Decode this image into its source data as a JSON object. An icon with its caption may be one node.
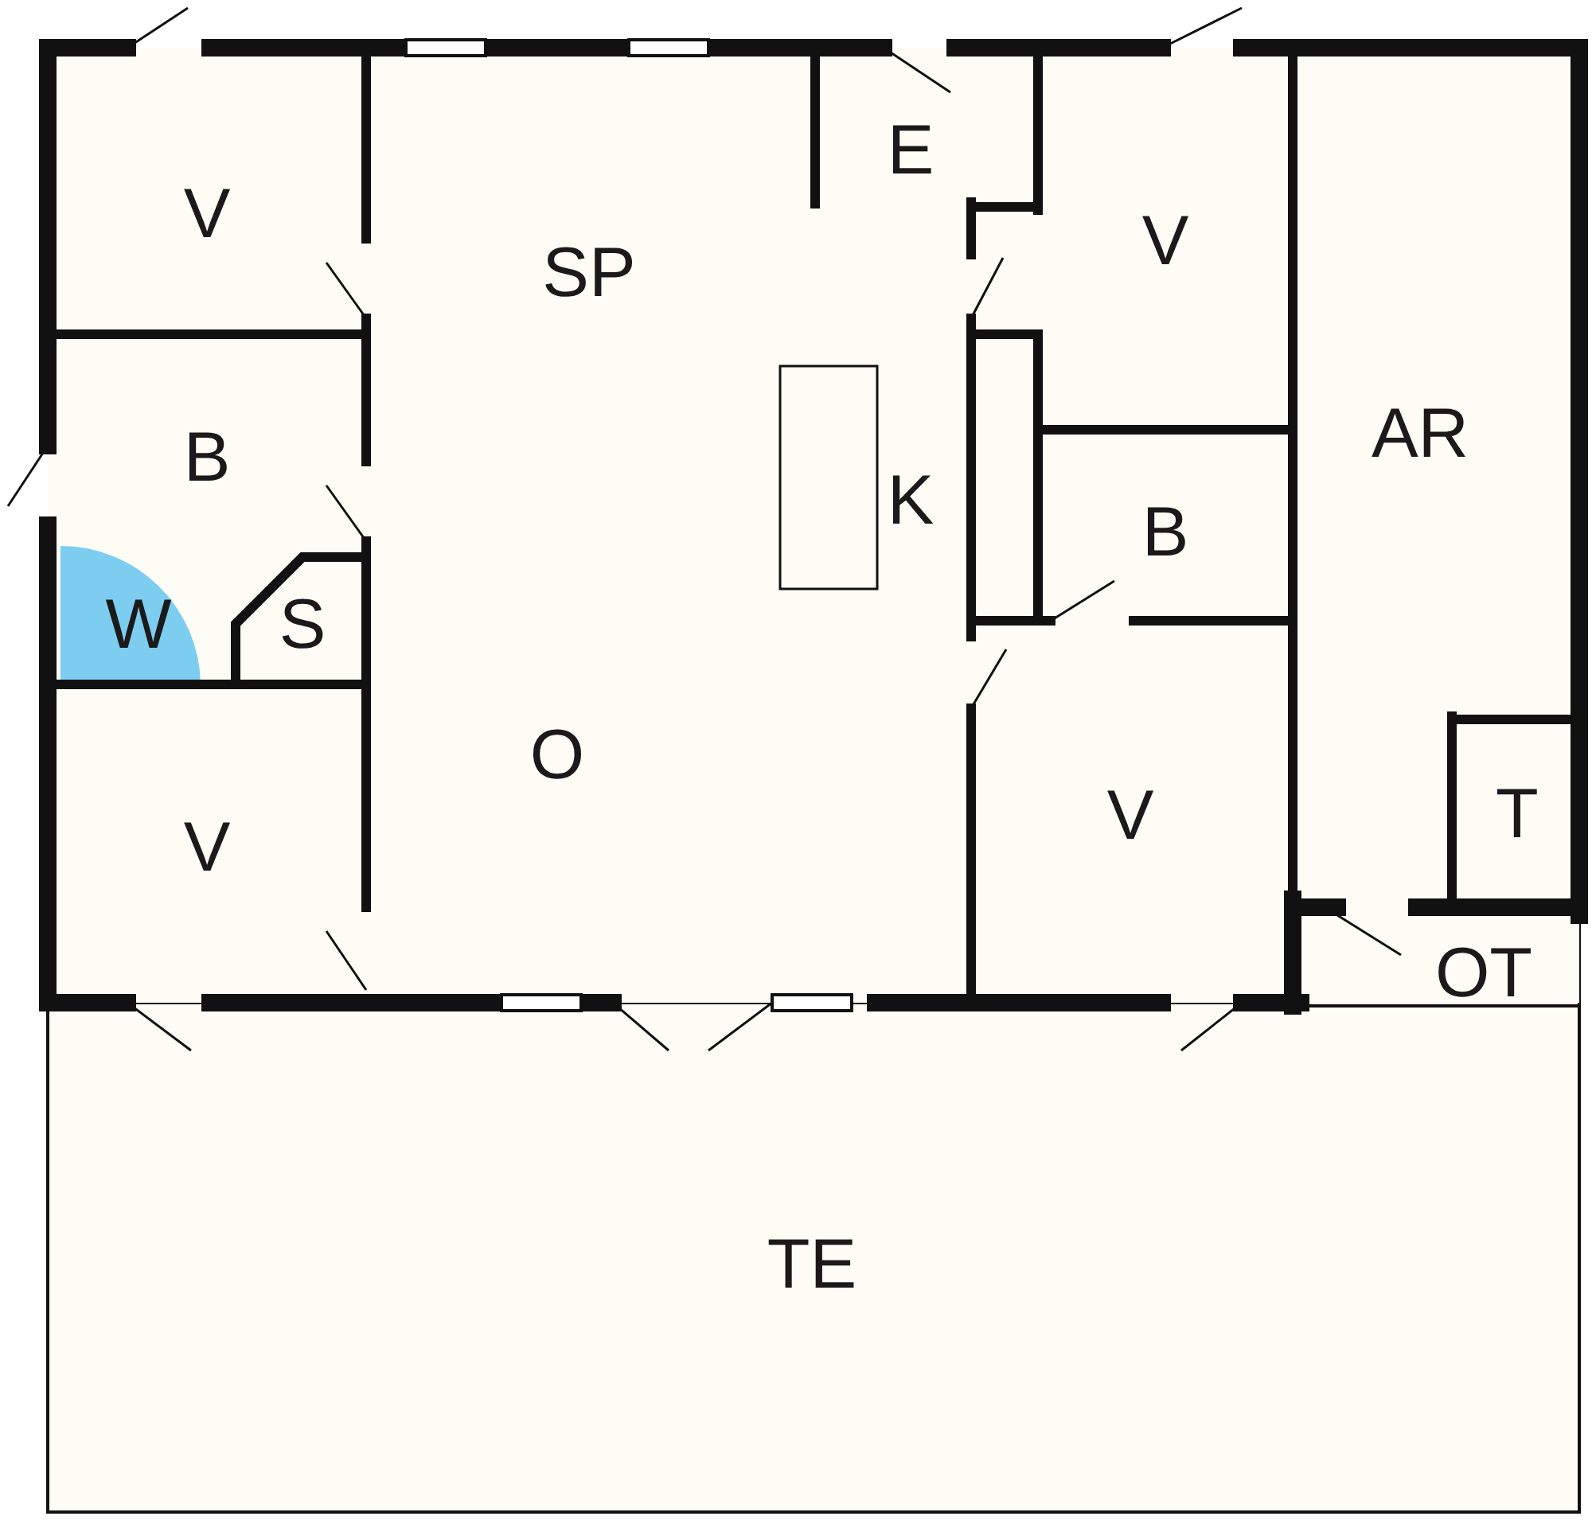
{
  "diagram": {
    "nodes": [
      {
        "text": [
          "V"
        ]
      },
      {
        "text": [
          "SP"
        ]
      },
      {
        "text": [
          "E"
        ]
      },
      {
        "text": [
          "V"
        ]
      },
      {
        "text": [
          "AR"
        ]
      },
      {
        "text": [
          "B"
        ]
      },
      {
        "text": [
          "K"
        ]
      },
      {
        "text": [
          "B"
        ]
      },
      {
        "text": [
          "W"
        ]
      },
      {
        "text": [
          "S"
        ]
      },
      {
        "text": [
          "O"
        ]
      },
      {
        "text": [
          "V"
        ]
      },
      {
        "text": [
          "V"
        ]
      },
      {
        "text": [
          "T"
        ]
      },
      {
        "text": [
          "OT"
        ]
      },
      {
        "text": [
          "TE"
        ]
      }
    ]
  }
}
